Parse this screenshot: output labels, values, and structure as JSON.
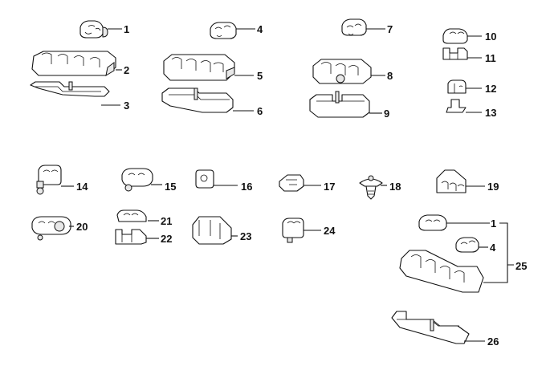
{
  "diagram": {
    "labels": {
      "p1": "1",
      "p2": "2",
      "p3": "3",
      "p4": "4",
      "p5": "5",
      "p6": "6",
      "p7": "7",
      "p8": "8",
      "p9": "9",
      "p10": "10",
      "p11": "11",
      "p12": "12",
      "p13": "13",
      "p14": "14",
      "p15": "15",
      "p16": "16",
      "p17": "17",
      "p18": "18",
      "p19": "19",
      "p20": "20",
      "p21": "21",
      "p22": "22",
      "p23": "23",
      "p24": "24",
      "p25": "25",
      "p25_sub1": "1",
      "p25_sub4": "4",
      "p26": "26"
    },
    "icons": {
      "small_clip": "single-pipe-clip-icon",
      "multi_clip": "multi-pipe-clip-icon",
      "base_plate": "mounting-base-plate-icon",
      "push_clip": "push-in-retainer-icon",
      "spring_clip": "spring-nut-clip-icon"
    }
  }
}
